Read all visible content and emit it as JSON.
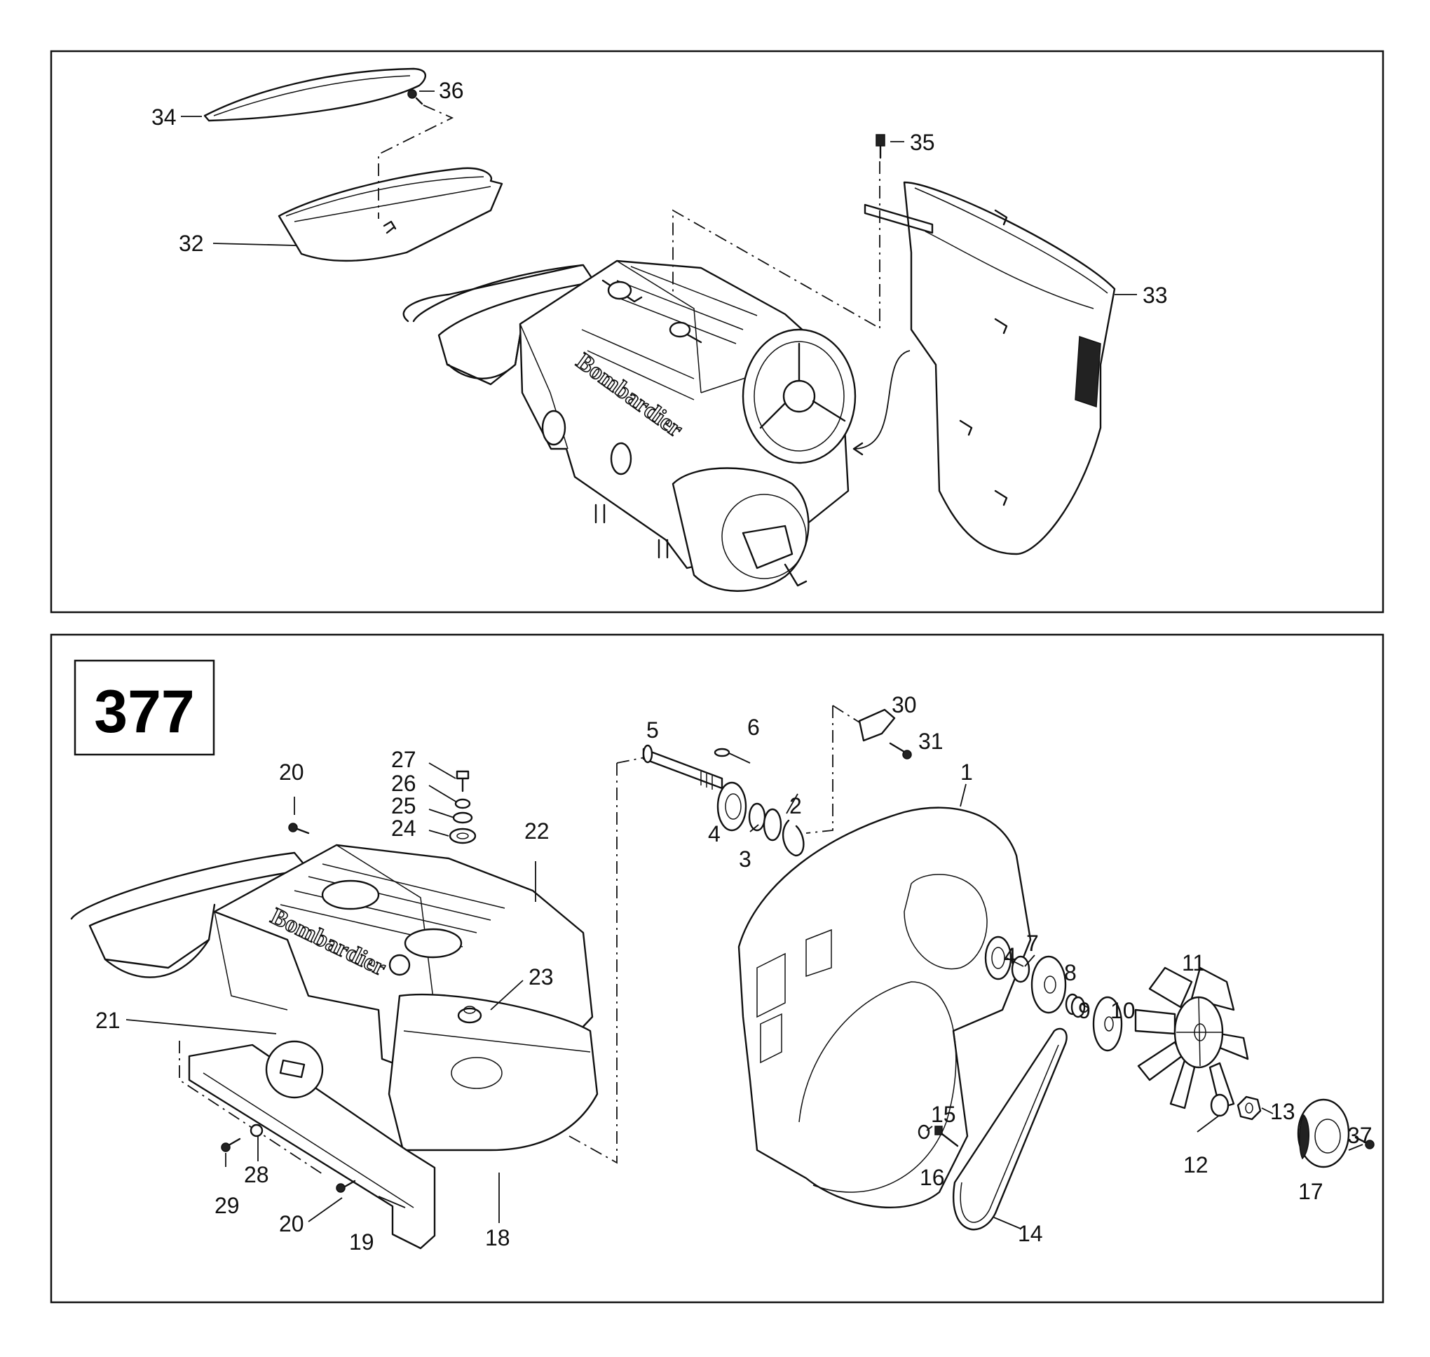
{
  "figure_number": "377",
  "callouts": [
    "1",
    "2",
    "3",
    "4",
    "5",
    "6",
    "7",
    "8",
    "9",
    "10",
    "11",
    "12",
    "13",
    "14",
    "15",
    "16",
    "17",
    "18",
    "19",
    "20",
    "21",
    "22",
    "23",
    "24",
    "25",
    "26",
    "27",
    "28",
    "29",
    "30",
    "31",
    "32",
    "33",
    "34",
    "35",
    "36",
    "37"
  ],
  "logo_text": "Bombardier"
}
